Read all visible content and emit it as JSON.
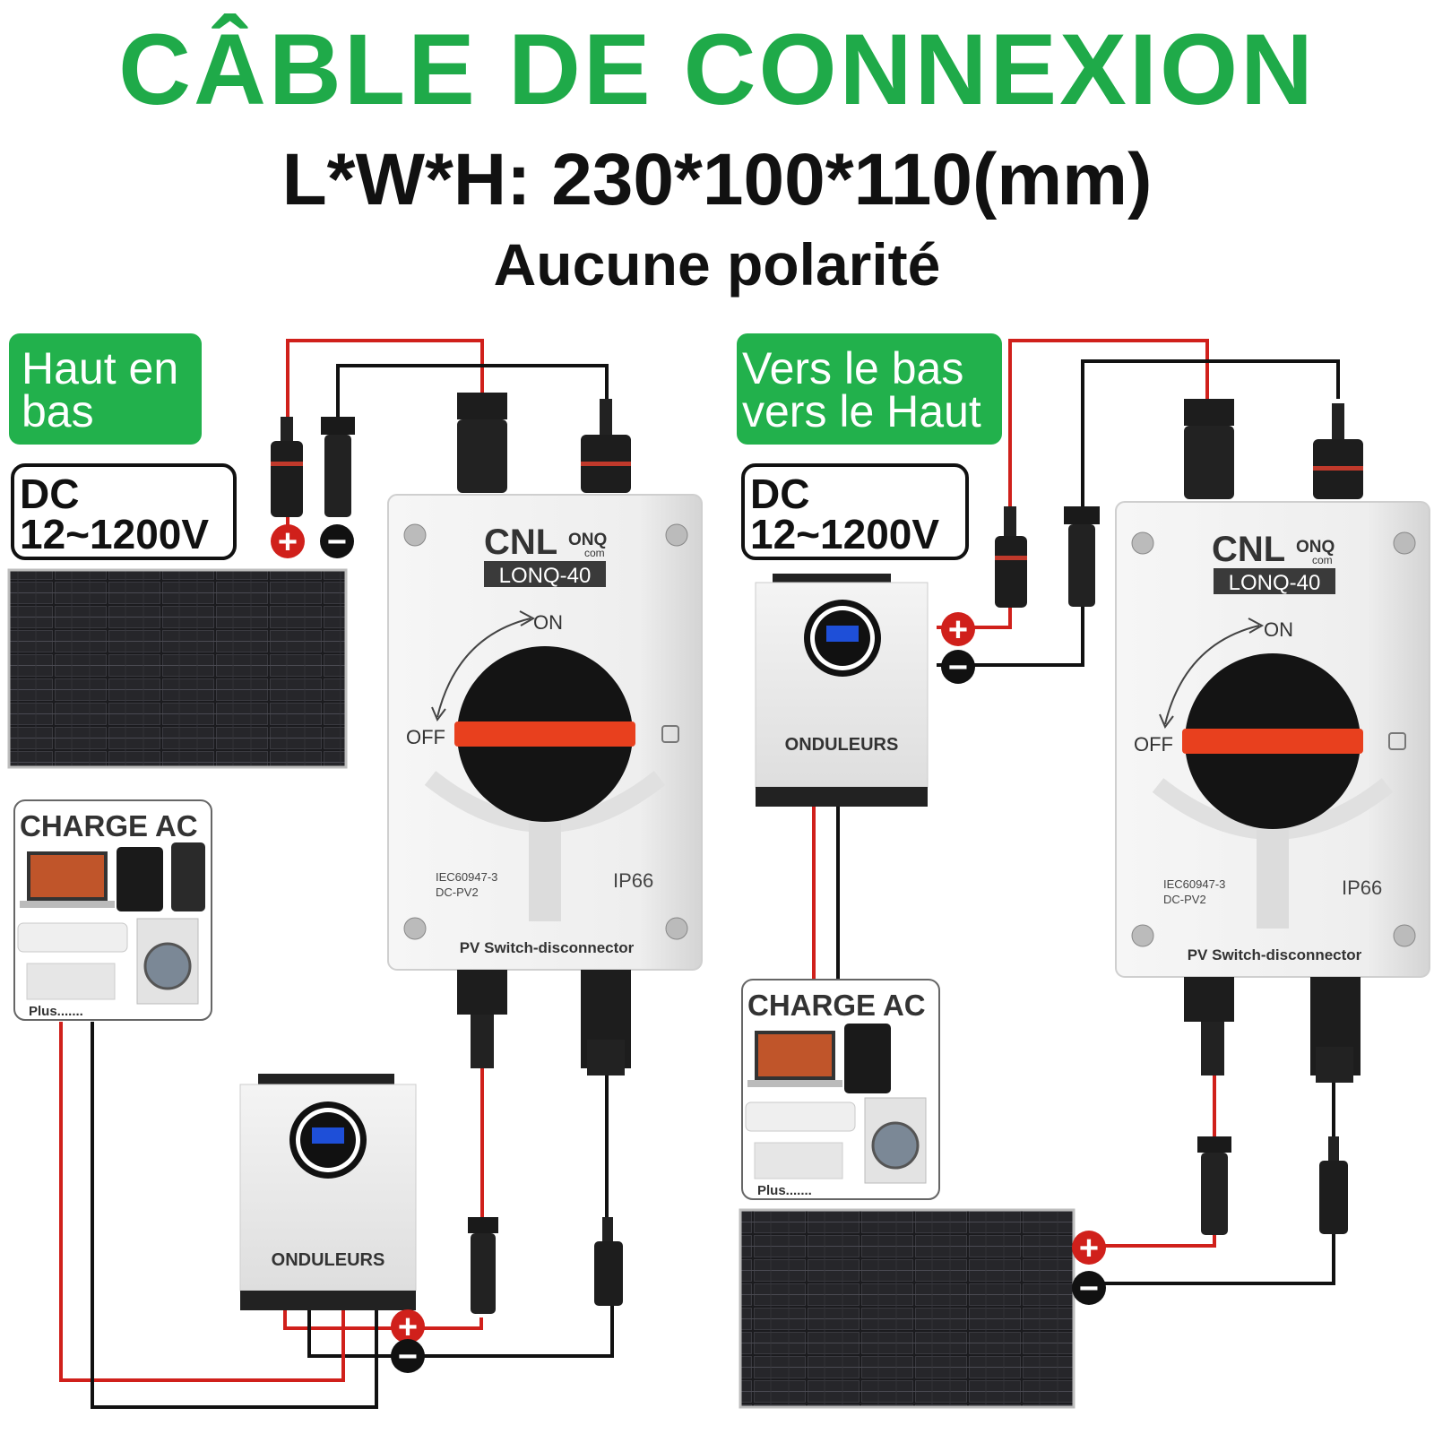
{
  "title": "CÂBLE DE CONNEXION",
  "dimensions": "L*W*H: 230*100*110(mm)",
  "polarity": "Aucune polarité",
  "direction_labels": {
    "left": [
      "Haut en",
      "bas"
    ],
    "right": [
      "Vers le bas",
      "vers le Haut"
    ]
  },
  "voltage": {
    "line1": "DC",
    "line2": "12~1200V"
  },
  "switch": {
    "brand": "CNL",
    "brand_small_top": "ONQ",
    "brand_small_bottom": "com",
    "model": "LONQ-40",
    "on": "ON",
    "off": "OFF",
    "standard_line1": "IEC60947-3",
    "standard_line2": "DC-PV2",
    "rating": "IP66",
    "name": "PV Switch-disconnector"
  },
  "inverter_label": "ONDULEURS",
  "ac_load": {
    "title": "CHARGE AC",
    "more": "Plus......."
  },
  "terminal_symbols": {
    "positive": "+",
    "negative": "−"
  },
  "colors": {
    "title_green": "#1faa49",
    "label_green": "#22b14c",
    "wire_red": "#d0201b",
    "wire_black": "#111111",
    "knob_orange": "#e8401e"
  }
}
